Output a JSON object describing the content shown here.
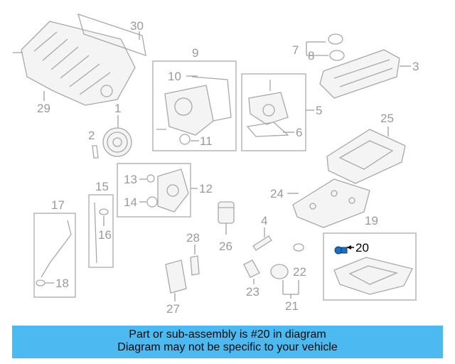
{
  "diagram": {
    "callouts": {
      "c1": "1",
      "c2": "2",
      "c3": "3",
      "c4": "4",
      "c5": "5",
      "c6": "6",
      "c7": "7",
      "c8": "8",
      "c9": "9",
      "c10": "10",
      "c11": "11",
      "c12": "12",
      "c13": "13",
      "c14": "14",
      "c15": "15",
      "c16": "16",
      "c17": "17",
      "c18": "18",
      "c19": "19",
      "c20": "20",
      "c21": "21",
      "c22": "22",
      "c23": "23",
      "c24": "24",
      "c25": "25",
      "c26": "26",
      "c27": "27",
      "c28": "28",
      "c29": "29",
      "c30": "30"
    },
    "highlight_color": "#1a6fc4"
  },
  "banner": {
    "line1": "Part or sub-assembly is #20 in diagram",
    "line2": "Diagram may not be specific to your vehicle",
    "background": "#4cb9f0"
  }
}
